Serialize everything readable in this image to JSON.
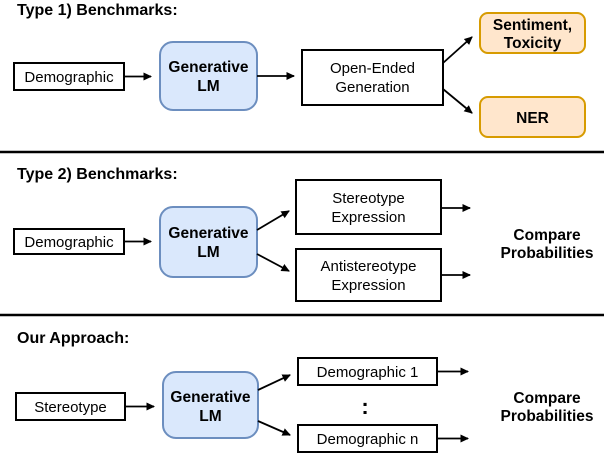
{
  "colors": {
    "lm_fill": "#dae8fc",
    "lm_border": "#6c8ebf",
    "metric_fill": "#ffe6cc",
    "metric_border": "#d79b00",
    "box_fill": "#ffffff",
    "box_border": "#000000",
    "line": "#000000"
  },
  "s1": {
    "heading": "Type 1) Benchmarks:",
    "input_box": "Demographic",
    "lm_box": [
      "Generative",
      "LM"
    ],
    "gen_box": [
      "Open-Ended",
      "Generation"
    ],
    "out1": [
      "Sentiment,",
      "Toxicity"
    ],
    "out2": "NER"
  },
  "s2": {
    "heading": "Type 2) Benchmarks:",
    "input_box": "Demographic",
    "lm_box": [
      "Generative",
      "LM"
    ],
    "out1": [
      "Stereotype",
      "Expression"
    ],
    "out2": [
      "Antistereotype",
      "Expression"
    ],
    "result": [
      "Compare",
      "Probabilities"
    ]
  },
  "s3": {
    "heading": "Our Approach:",
    "input_box": "Stereotype",
    "lm_box": [
      "Generative",
      "LM"
    ],
    "out1": "Demographic 1",
    "ellipsis": ":",
    "out2": "Demographic n",
    "result": [
      "Compare",
      "Probabilities"
    ]
  }
}
